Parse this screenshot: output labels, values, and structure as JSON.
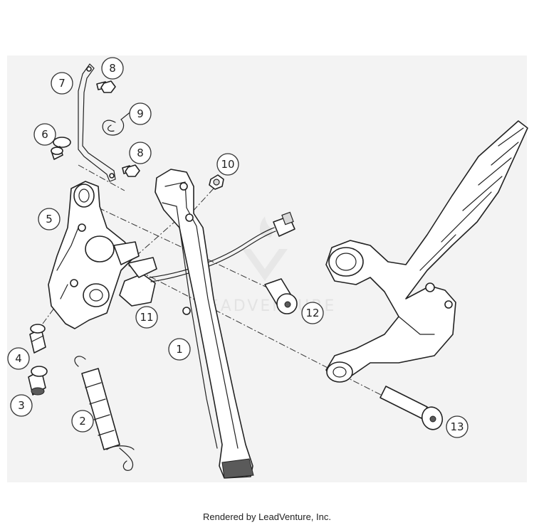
{
  "callouts": [
    "1",
    "2",
    "3",
    "4",
    "5",
    "6",
    "7",
    "8",
    "8",
    "9",
    "10",
    "11",
    "12",
    "13"
  ],
  "watermark": {
    "text": "LEADVENTURE"
  },
  "footer": {
    "text": "Rendered by LeadVenture, Inc."
  },
  "colors": {
    "line": "#222222",
    "panel": "#f3f3f3",
    "watermark": "#e2e2e2"
  }
}
